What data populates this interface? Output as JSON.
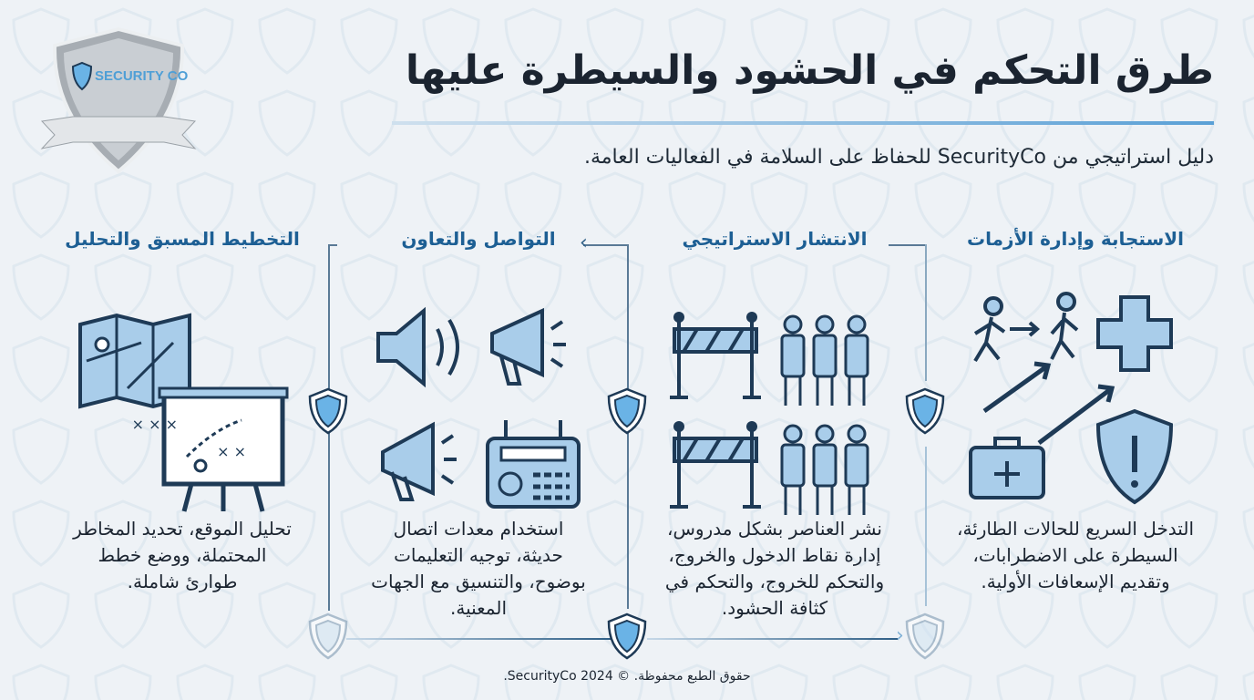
{
  "logo": {
    "text": "SECURITY CO"
  },
  "header": {
    "title": "طرق التحكم في الحشود والسيطرة عليها",
    "subtitle": "دليل استراتيجي من SecurityCo للحفاظ على السلامة في الفعاليات العامة."
  },
  "columns": [
    {
      "title": "الاستجابة وإدارة الأزمات",
      "text": "التدخل السريع للحالات الطارئة، السيطرة على الاضطرابات، وتقديم الإسعافات الأولية.",
      "icons": [
        "walking-person-icon",
        "running-person-icon",
        "medical-cross-icon",
        "first-aid-kit-icon",
        "warning-shield-icon"
      ]
    },
    {
      "title": "الانتشار الاستراتيجي",
      "text": "نشر العناصر بشكل مدروس، إدارة نقاط الدخول والخروج، والتحكم للخروج، والتحكم في كثافة الحشود.",
      "icons": [
        "barrier-icon",
        "security-guards-icon"
      ]
    },
    {
      "title": "التواصل والتعاون",
      "text": "استخدام معدات اتصال حديثة، توجيه التعليمات بوضوح، والتنسيق مع الجهات المعنية.",
      "icons": [
        "speaker-icon",
        "megaphone-icon",
        "radio-icon"
      ]
    },
    {
      "title": "التخطيط المسبق والتحليل",
      "text": "تحليل الموقع، تحديد المخاطر المحتملة، ووضع خطط طوارئ شاملة.",
      "icons": [
        "map-icon",
        "strategy-board-icon"
      ]
    }
  ],
  "footer": "حقوق الطبع محفوظة. © 2024 SecurityCo.",
  "colors": {
    "accent": "#1d5f94",
    "icon_fill": "#a9cdea",
    "icon_stroke": "#1e3a56",
    "background": "#eef2f6"
  }
}
